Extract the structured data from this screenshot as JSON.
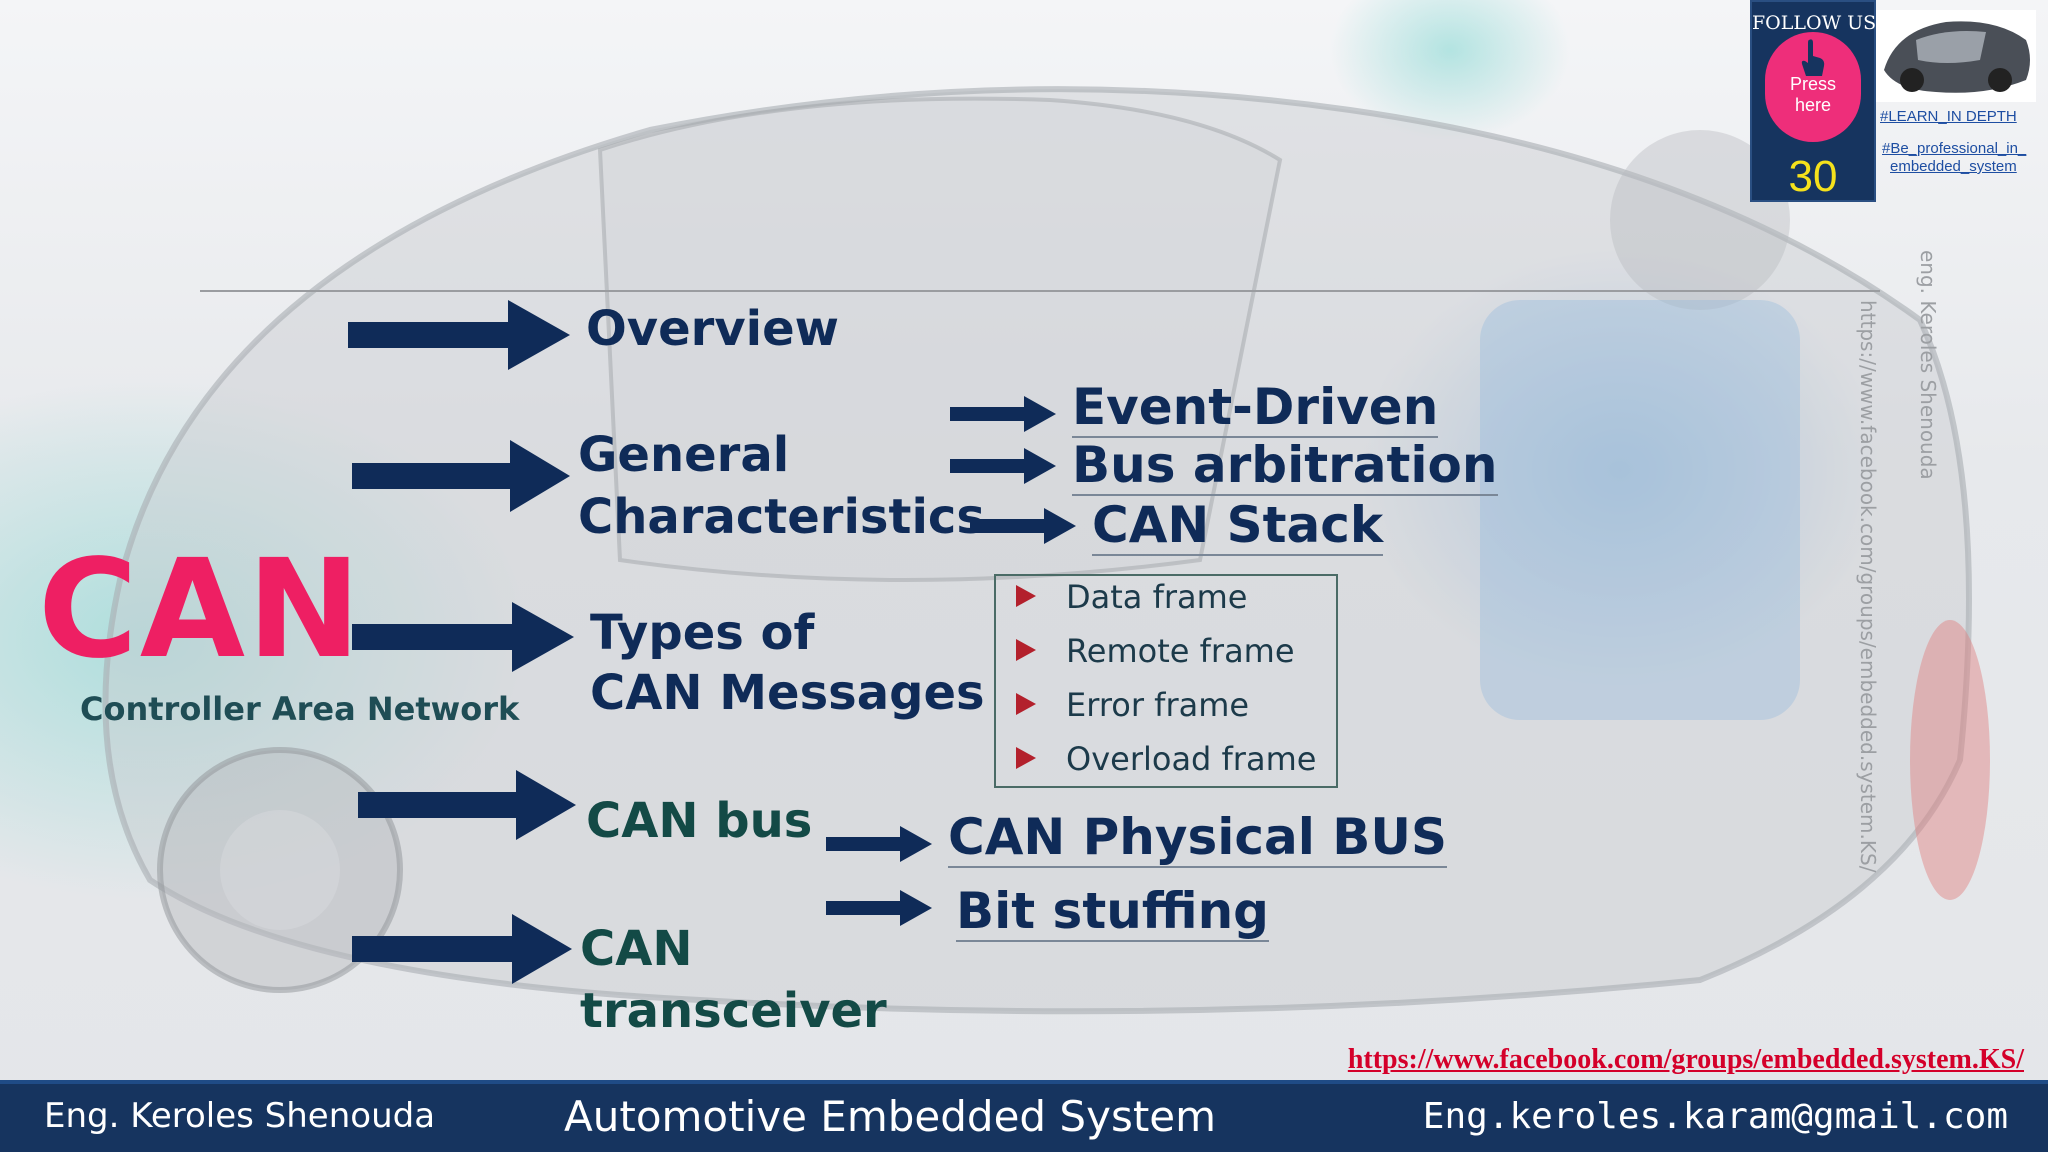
{
  "slide": {
    "main_title": "CAN",
    "main_subtitle": "Controller Area Network",
    "topics": [
      {
        "label": "Overview"
      },
      {
        "label_line1": "General",
        "label_line2": "Characteristics"
      },
      {
        "label_line1": "Types of",
        "label_line2": "CAN Messages"
      },
      {
        "label": "CAN bus"
      },
      {
        "label_line1": "CAN",
        "label_line2": "transceiver"
      }
    ],
    "characteristics": [
      "Event-Driven",
      "Bus arbitration",
      "CAN Stack"
    ],
    "message_types": [
      "Data frame",
      "Remote frame",
      "Error frame",
      "Overload frame"
    ],
    "bus_topics": [
      "CAN Physical BUS",
      "Bit stuffing"
    ]
  },
  "side": {
    "credit": "eng. Keroles Shenouda",
    "url_vertical": "https://www.facebook.com/groups/embedded.system.KS/"
  },
  "link": {
    "url": "https://www.facebook.com/groups/embedded.system.KS/"
  },
  "footer": {
    "left": "Eng. Keroles Shenouda",
    "center": "Automotive Embedded System",
    "right": "Eng.keroles.karam@gmail.com"
  },
  "badge": {
    "follow_label": "FOLLOW US",
    "press_line1": "Press",
    "press_line2": "here",
    "count": "30",
    "tag1": "#LEARN_IN DEPTH",
    "tag2_line1": "#Be_professional_in_",
    "tag2_line2": "embedded_system"
  },
  "colors": {
    "title_pink": "#ee1f63",
    "navy": "#0f2b58",
    "teal": "#134a46",
    "footer_bg": "#16345f",
    "link_red": "#d4002a",
    "bullet_red": "#b3202c"
  }
}
